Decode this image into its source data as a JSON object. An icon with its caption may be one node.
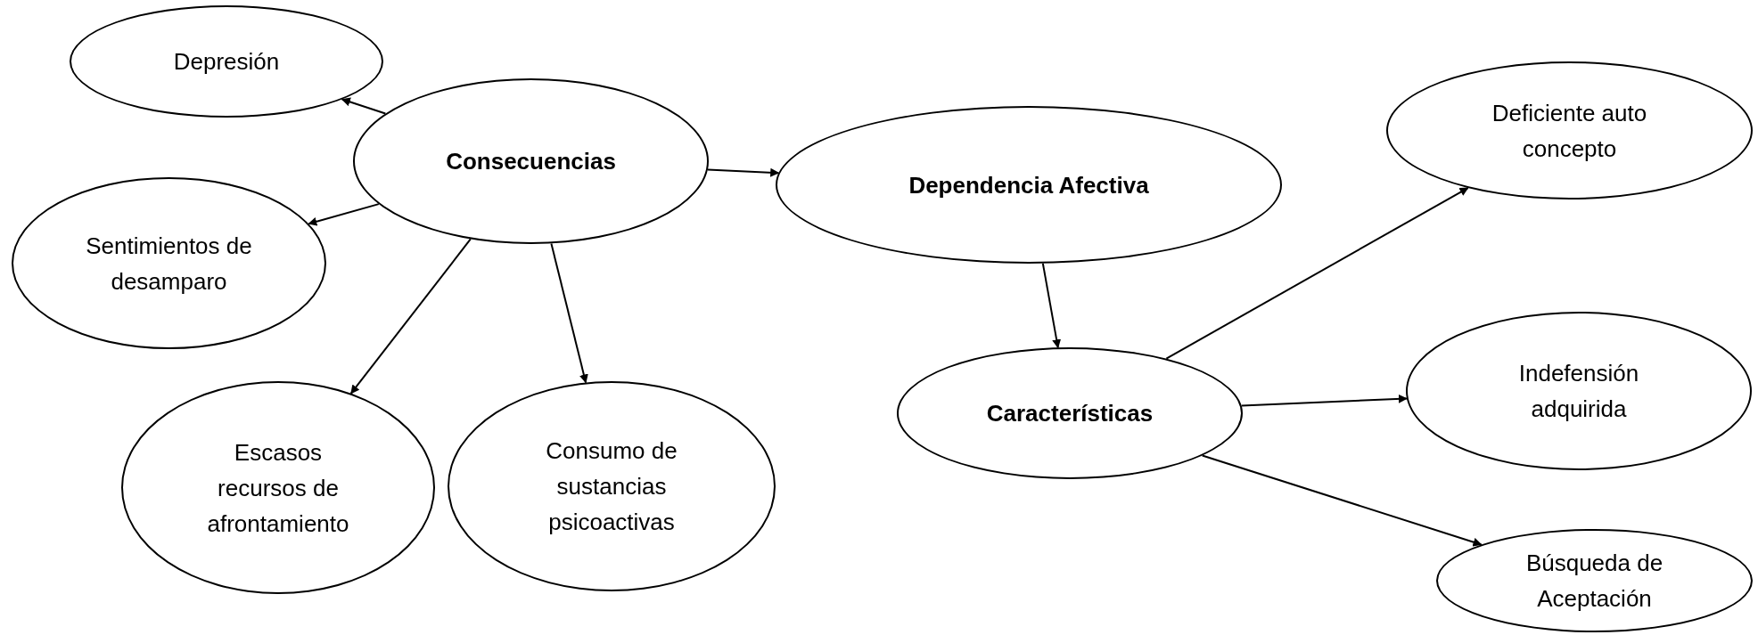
{
  "diagram": {
    "nodes": [
      {
        "text": [
          "Depresión"
        ]
      },
      {
        "text": [
          "Consecuencias"
        ]
      },
      {
        "text": [
          "Sentimientos de desamparo"
        ]
      },
      {
        "text": [
          "Escasos recursos de afrontamiento"
        ]
      },
      {
        "text": [
          "Consumo de sustancias psicoactivas"
        ]
      },
      {
        "text": [
          "Dependencia Afectiva"
        ]
      },
      {
        "text": [
          "Características"
        ]
      },
      {
        "text": [
          "Deficiente auto concepto"
        ]
      },
      {
        "text": [
          "Indefensión adquirida"
        ]
      },
      {
        "text": [
          "Búsqueda de Aceptación"
        ]
      }
    ],
    "edges": [
      {
        "from": 1,
        "to": 0,
        "arrow": "to"
      },
      {
        "from": 1,
        "to": 2,
        "arrow": "to"
      },
      {
        "from": 1,
        "to": 3,
        "arrow": "to"
      },
      {
        "from": 1,
        "to": 4,
        "arrow": "to"
      },
      {
        "from": 1,
        "to": 5,
        "arrow": "to"
      },
      {
        "from": 5,
        "to": 6,
        "arrow": "to"
      },
      {
        "from": 6,
        "to": 7,
        "arrow": "to"
      },
      {
        "from": 6,
        "to": 8,
        "arrow": "to"
      },
      {
        "from": 6,
        "to": 9,
        "arrow": "to"
      }
    ]
  }
}
